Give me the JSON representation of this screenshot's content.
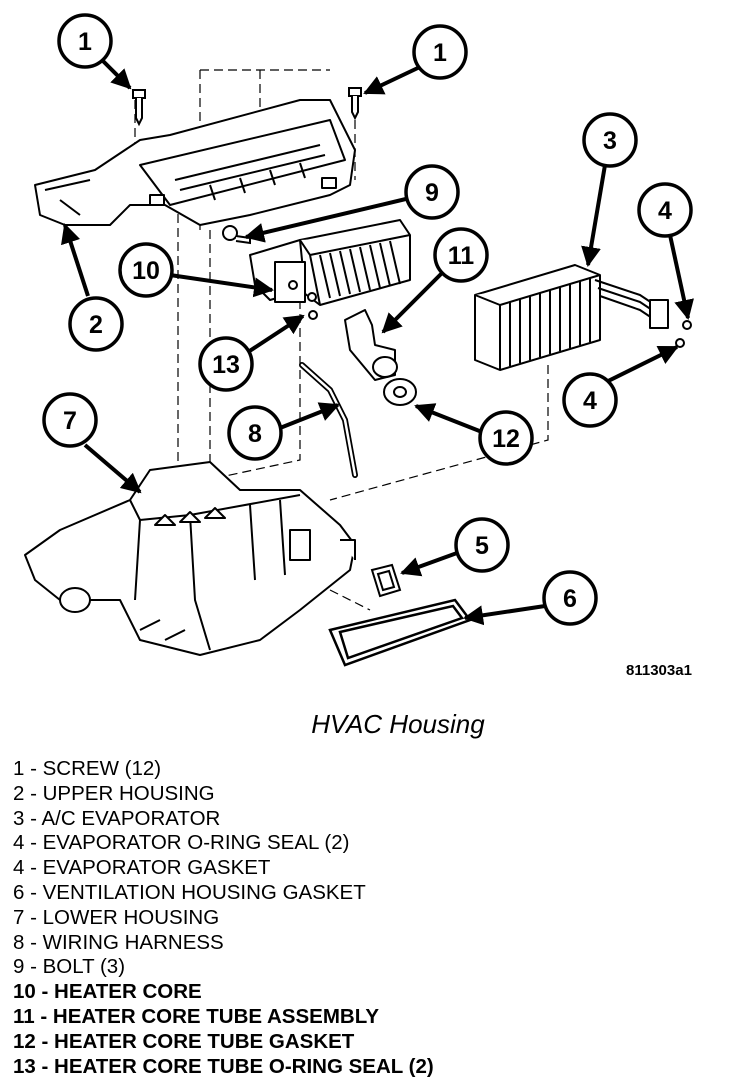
{
  "figure_code": "811303a1",
  "caption": "HVAC Housing",
  "callouts": [
    "1",
    "1",
    "2",
    "3",
    "4",
    "4",
    "5",
    "6",
    "7",
    "8",
    "9",
    "10",
    "11",
    "12",
    "13"
  ],
  "legend": [
    "1 - SCREW (12)",
    "2 - UPPER HOUSING",
    "3 - A/C EVAPORATOR",
    "4 - EVAPORATOR O-RING SEAL (2)",
    "4 - EVAPORATOR GASKET",
    "6 - VENTILATION HOUSING GASKET",
    "7 - LOWER HOUSING",
    "8 - WIRING HARNESS",
    "9 - BOLT (3)",
    "10 - HEATER CORE",
    "11 - HEATER CORE TUBE ASSEMBLY",
    "12 - HEATER CORE TUBE GASKET",
    "13 - HEATER CORE TUBE O-RING SEAL (2)"
  ]
}
